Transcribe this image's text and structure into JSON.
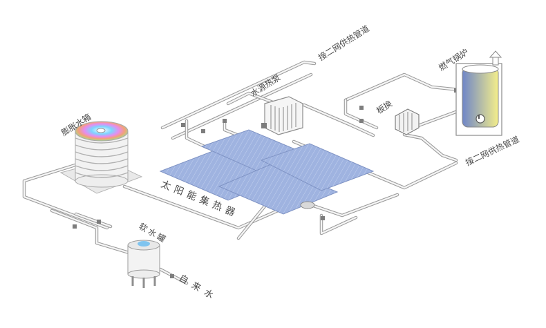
{
  "labels": {
    "expansion_tank": "膨胀水箱",
    "heat_pump": "水源热泵",
    "plate_exchanger": "板换",
    "gas_boiler": "燃气锅炉",
    "secondary_network_top": "接二网供热管道",
    "secondary_network_right": "接二网供热管道",
    "collector": "太阳能集热器",
    "softener_tank": "软水罐",
    "tap_water": "自来水"
  },
  "colors": {
    "background": "#ffffff",
    "pipe": "#9a9a9a",
    "solar_panel": "#8fa6d8",
    "boiler_gradient": [
      "#6f86c8",
      "#f4ee8a"
    ]
  },
  "icons": {
    "vent": "up-arrow-icon"
  }
}
